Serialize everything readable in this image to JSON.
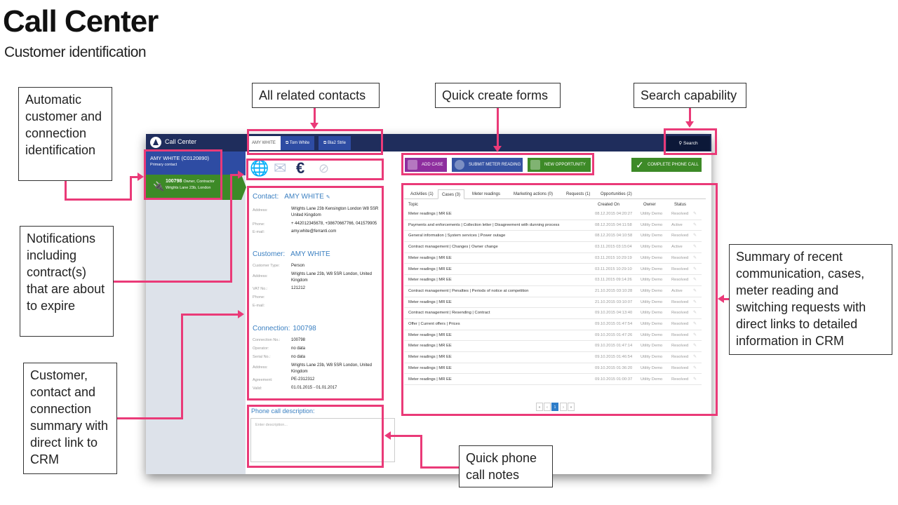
{
  "slide": {
    "title": "Call Center",
    "subtitle": "Customer identification"
  },
  "callouts": {
    "auto": "Automatic customer and connection identification",
    "contacts": "All related contacts",
    "quick_create": "Quick create forms",
    "search": "Search capability",
    "notifications": "Notifications including contract(s) that are about to expire",
    "summary": "Summary of recent communication, cases, meter reading and switching requests with direct links to detailed information in CRM",
    "customer": "Customer, contact and connection summary with direct link to CRM",
    "notes": "Quick phone call notes"
  },
  "app": {
    "title": "Call Center",
    "tabs": [
      "AMY WHITE",
      "Tom White",
      "Bla2 Strle"
    ],
    "search_label": "Search",
    "customer": {
      "name": "AMY WHITE (C0120890)",
      "role": "Primary contact"
    },
    "connection": {
      "id": "100798",
      "roles": "Owner, Contractor",
      "address": "Wrights Lane 23b, London"
    },
    "icons": [
      "globe-icon",
      "mail-icon",
      "euro-icon",
      "no-notification-icon"
    ],
    "contact": {
      "header": "Contact:",
      "name": "AMY WHITE",
      "address_label": "Address:",
      "address": "Wrights Lane 23b Kensington London W8 5SR United Kingdom",
      "phone_label": "Phone:",
      "phone": "+ 442012345678, +38670667766, 041579905",
      "email_label": "E-mail:",
      "email": "amy.white@ferranti.com"
    },
    "customer_section": {
      "header": "Customer:",
      "name": "AMY WHITE",
      "type_label": "Customer Type:",
      "type": "Person",
      "address_label": "Address:",
      "address": "Wrights Lane 23b, W8 5SR London, United Kingdom",
      "vat_label": "VAT No.:",
      "vat": "121212",
      "phone_label": "Phone:",
      "email_label": "E-mail:"
    },
    "connection_section": {
      "header": "Connection:",
      "id": "100798",
      "conn_label": "Connection No.:",
      "conn": "100798",
      "operator_label": "Operator:",
      "operator": "no data",
      "serial_label": "Serial No.:",
      "serial": "no data",
      "address_label": "Address:",
      "address": "Wrights Lane 23b, W8 5SR London, United Kingdom",
      "agreement_label": "Agreement:",
      "agreement": "PE-2312312",
      "valid_label": "Valid:",
      "valid": "01.01.2015 - 01.01.2017"
    },
    "phone_desc_label": "Phone call description:",
    "phone_desc_placeholder": "Enter description...",
    "actions": {
      "add_case": "ADD CASE",
      "submit_meter": "SUBMIT METER READING",
      "new_opportunity": "NEW OPPORTUNITY",
      "complete_call": "COMPLETE PHONE CALL"
    },
    "grid_tabs": [
      "Activities (1)",
      "Cases (3)",
      "Meter readings",
      "Marketing actions (0)",
      "Requests (1)",
      "Opportunities (2)"
    ],
    "grid_headers": {
      "topic": "Topic",
      "created": "Created On",
      "owner": "Owner",
      "status": "Status"
    },
    "rows": [
      {
        "topic": "Meter readings | MR EE",
        "created": "08.12.2015 04:20:27",
        "owner": "Utility Demo",
        "status": "Resolved"
      },
      {
        "topic": "Payments and enforcements | Collection letter | Disagreement with dunning process",
        "created": "08.12.2015 04:11:58",
        "owner": "Utility Demo",
        "status": "Active"
      },
      {
        "topic": "General information | System services | Power outage",
        "created": "08.12.2015 04:10:58",
        "owner": "Utility Demo",
        "status": "Resolved"
      },
      {
        "topic": "Contract management | Changes | Owner change",
        "created": "03.11.2015 03:15:04",
        "owner": "Utility Demo",
        "status": "Active"
      },
      {
        "topic": "Meter readings | MR EE",
        "created": "03.11.2015 10:29:19",
        "owner": "Utility Demo",
        "status": "Resolved"
      },
      {
        "topic": "Meter readings | MR EE",
        "created": "03.11.2015 10:29:10",
        "owner": "Utility Demo",
        "status": "Resolved"
      },
      {
        "topic": "Meter readings | MR EE",
        "created": "03.11.2015 09:14:26",
        "owner": "Utility Demo",
        "status": "Resolved"
      },
      {
        "topic": "Contract management | Penalties | Periods of notice at competition",
        "created": "21.10.2015 03:10:28",
        "owner": "Utility Demo",
        "status": "Active"
      },
      {
        "topic": "Meter readings | MR EE",
        "created": "21.10.2015 03:10:07",
        "owner": "Utility Demo",
        "status": "Resolved"
      },
      {
        "topic": "Contract management | Resending | Contract",
        "created": "09.10.2015 04:13:40",
        "owner": "Utility Demo",
        "status": "Resolved"
      },
      {
        "topic": "Offer | Current offers | Prices",
        "created": "09.10.2015 01:47:54",
        "owner": "Utility Demo",
        "status": "Resolved"
      },
      {
        "topic": "Meter readings | MR EE",
        "created": "09.10.2015 01:47:26",
        "owner": "Utility Demo",
        "status": "Resolved"
      },
      {
        "topic": "Meter readings | MR EE",
        "created": "09.10.2015 01:47:14",
        "owner": "Utility Demo",
        "status": "Resolved"
      },
      {
        "topic": "Meter readings | MR EE",
        "created": "09.10.2015 01:46:54",
        "owner": "Utility Demo",
        "status": "Resolved"
      },
      {
        "topic": "Meter readings | MR EE",
        "created": "09.10.2015 01:36:20",
        "owner": "Utility Demo",
        "status": "Resolved"
      },
      {
        "topic": "Meter readings | MR EE",
        "created": "09.10.2015 01:00:37",
        "owner": "Utility Demo",
        "status": "Resolved"
      }
    ],
    "pager": {
      "first": "«",
      "prev": "‹",
      "page": "1",
      "next": "›",
      "last": "»"
    }
  },
  "colors": {
    "highlight": "#ea3a78",
    "topbar": "#1f2d5c",
    "primary": "#2e4ca3",
    "green": "#3d8a27",
    "purple": "#8e2e9e",
    "blue": "#3653a3"
  }
}
